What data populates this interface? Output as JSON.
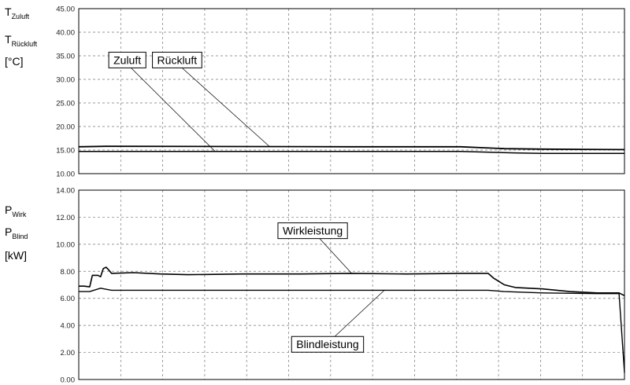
{
  "chart_data": [
    {
      "type": "line",
      "ylabel_lines": [
        {
          "main": "T",
          "sub": "Zuluft"
        },
        {
          "main": "T",
          "sub": "Rückluft"
        },
        {
          "main": "[°C]",
          "sub": ""
        }
      ],
      "ylim": [
        10,
        45
      ],
      "yticks": [
        "10.00",
        "15.00",
        "20.00",
        "25.00",
        "30.00",
        "35.00",
        "40.00",
        "45.00"
      ],
      "x_divisions": 13,
      "grid": true,
      "series": [
        {
          "name": "Zuluft",
          "points": [
            [
              0,
              14.7
            ],
            [
              0.3,
              14.7
            ],
            [
              0.7,
              14.7
            ],
            [
              0.8,
              14.4
            ],
            [
              0.85,
              14.3
            ],
            [
              1,
              14.3
            ]
          ],
          "color": "#000000",
          "width": 1.5
        },
        {
          "name": "Rückluft",
          "points": [
            [
              0,
              15.7
            ],
            [
              0.05,
              15.8
            ],
            [
              0.3,
              15.75
            ],
            [
              0.5,
              15.7
            ],
            [
              0.7,
              15.7
            ],
            [
              0.74,
              15.5
            ],
            [
              0.78,
              15.3
            ],
            [
              0.85,
              15.2
            ],
            [
              1,
              15.1
            ]
          ],
          "color": "#000000",
          "width": 1.8
        }
      ],
      "annotations": [
        {
          "label": "Zuluft",
          "box_x": 0.055,
          "box_y": 34.1,
          "target_x": 0.25,
          "target_y": 14.7
        },
        {
          "label": "Rückluft",
          "box_x": 0.135,
          "box_y": 34.1,
          "target_x": 0.35,
          "target_y": 15.7
        }
      ]
    },
    {
      "type": "line",
      "ylabel_lines": [
        {
          "main": "P",
          "sub": "Wirk"
        },
        {
          "main": "P",
          "sub": "Blind"
        },
        {
          "main": "[kW]",
          "sub": ""
        }
      ],
      "ylim": [
        0,
        14
      ],
      "yticks": [
        "0.00",
        "2.00",
        "4.00",
        "6.00",
        "8.00",
        "10.00",
        "12.00",
        "14.00"
      ],
      "x_divisions": 13,
      "grid": true,
      "series": [
        {
          "name": "Wirkleistung",
          "points": [
            [
              0,
              6.9
            ],
            [
              0.01,
              6.9
            ],
            [
              0.02,
              6.85
            ],
            [
              0.025,
              7.7
            ],
            [
              0.035,
              7.7
            ],
            [
              0.04,
              7.6
            ],
            [
              0.045,
              8.2
            ],
            [
              0.05,
              8.3
            ],
            [
              0.055,
              8.1
            ],
            [
              0.06,
              7.85
            ],
            [
              0.1,
              7.9
            ],
            [
              0.15,
              7.8
            ],
            [
              0.2,
              7.75
            ],
            [
              0.3,
              7.8
            ],
            [
              0.4,
              7.8
            ],
            [
              0.5,
              7.85
            ],
            [
              0.6,
              7.8
            ],
            [
              0.7,
              7.85
            ],
            [
              0.75,
              7.85
            ],
            [
              0.76,
              7.5
            ],
            [
              0.78,
              7.0
            ],
            [
              0.8,
              6.8
            ],
            [
              0.85,
              6.7
            ],
            [
              0.9,
              6.5
            ],
            [
              0.95,
              6.4
            ],
            [
              0.99,
              6.4
            ],
            [
              1,
              6.2
            ]
          ],
          "color": "#000000",
          "width": 1.6
        },
        {
          "name": "Blindleistung",
          "points": [
            [
              0,
              6.5
            ],
            [
              0.02,
              6.5
            ],
            [
              0.04,
              6.75
            ],
            [
              0.06,
              6.6
            ],
            [
              0.1,
              6.6
            ],
            [
              0.5,
              6.6
            ],
            [
              0.75,
              6.6
            ],
            [
              0.78,
              6.5
            ],
            [
              0.85,
              6.4
            ],
            [
              0.95,
              6.35
            ],
            [
              0.99,
              6.35
            ],
            [
              1,
              0.5
            ]
          ],
          "color": "#000000",
          "width": 1.4
        }
      ],
      "annotations": [
        {
          "label": "Wirkleistung",
          "box_x": 0.365,
          "box_y": 11.0,
          "target_x": 0.5,
          "target_y": 7.85
        },
        {
          "label": "Blindleistung",
          "box_x": 0.39,
          "box_y": 2.6,
          "target_x": 0.56,
          "target_y": 6.6
        }
      ]
    }
  ]
}
